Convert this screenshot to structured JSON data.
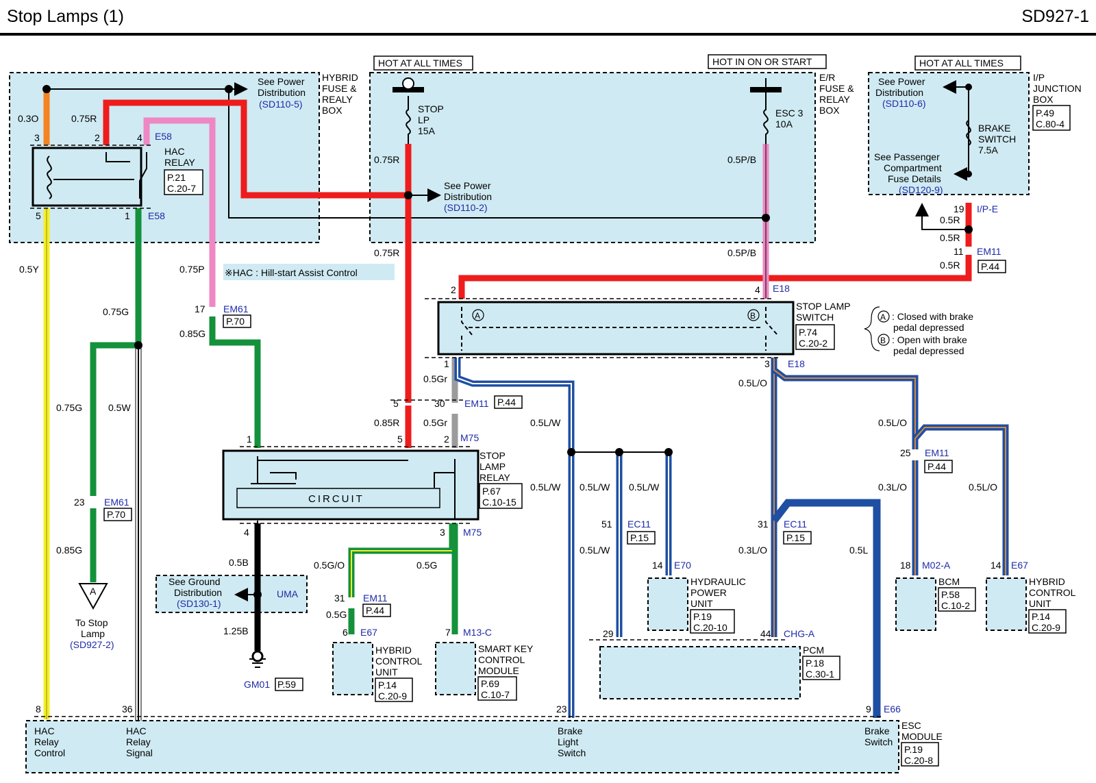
{
  "header": {
    "title": "Stop Lamps (1)",
    "code": "SD927-1"
  },
  "colors": {
    "box_fill": "#cfeaf2",
    "red": "#ee1c1c",
    "pink": "#ee88c4",
    "green": "#14913b",
    "yellow": "#f4ee2a",
    "blue": "#1f4fa3",
    "orange": "#f58220",
    "gray": "#9b9b9b",
    "ref_blue": "#1e2aa8"
  },
  "notes": {
    "hot_all_times_1": "HOT AT ALL TIMES",
    "hot_on_start": "HOT IN ON OR START",
    "hot_all_times_2": "HOT AT ALL TIMES",
    "hac_legend": "※HAC : Hill-start Assist Control"
  },
  "hybrid_box": {
    "l1": "HYBRID",
    "l2": "FUSE &",
    "l3": "REALY",
    "l4": "BOX",
    "see_l1": "See Power",
    "see_l2": "Distribution",
    "see_ref": "(SD110-5)"
  },
  "er_box": {
    "l1": "E/R",
    "l2": "FUSE &",
    "l3": "RELAY",
    "l4": "BOX",
    "see_l1": "See Power",
    "see_l2": "Distribution",
    "see_ref": "(SD110-2)",
    "fuse1_l1": "STOP",
    "fuse1_l2": "LP",
    "fuse1_l3": "15A",
    "fuse2_l1": "ESC 3",
    "fuse2_l2": "10A"
  },
  "ip_box": {
    "l1": "I/P",
    "l2": "JUNCTION",
    "l3": "BOX",
    "page": "P.49",
    "conn": "C.80-4",
    "see_l1": "See Power",
    "see_l2": "Distribution",
    "see_ref": "(SD110-6)",
    "fuse_l1": "BRAKE",
    "fuse_l2": "SWITCH",
    "fuse_l3": "7.5A",
    "pc_l1": "See Passenger",
    "pc_l2": "Compartment",
    "pc_l3": "Fuse Details",
    "pc_ref": "(SD120-9)"
  },
  "hac_relay": {
    "l1": "HAC",
    "l2": "RELAY",
    "page": "P.21",
    "conn": "C.20-7"
  },
  "stop_lamp_switch": {
    "l1": "STOP LAMP",
    "l2": "SWITCH",
    "page": "P.74",
    "conn": "C.20-2",
    "legend_a": ": Closed with brake",
    "legend_a2": "pedal depressed",
    "legend_b": ": Open with brake",
    "legend_b2": "pedal depressed",
    "a": "A",
    "b": "B"
  },
  "stop_lamp_relay": {
    "l1": "STOP",
    "l2": "LAMP",
    "l3": "RELAY",
    "page": "P.67",
    "conn": "C.10-15",
    "circuit": "CIRCUIT"
  },
  "ground": {
    "see_l1": "See Ground",
    "see_l2": "Distribution",
    "see_ref": "(SD130-1)",
    "uma": "UMA",
    "gm01": "GM01",
    "gm01_page": "P.59"
  },
  "to_stop_lamp": {
    "a": "A",
    "l1": "To Stop",
    "l2": "Lamp",
    "ref": "(SD927-2)"
  },
  "hcu_left": {
    "l1": "HYBRID",
    "l2": "CONTROL",
    "l3": "UNIT",
    "page": "P.14",
    "conn": "C.20-9"
  },
  "smart_key": {
    "l1": "SMART KEY",
    "l2": "CONTROL",
    "l3": "MODULE",
    "page": "P.69",
    "conn": "C.10-7"
  },
  "hydraulic": {
    "l1": "HYDRAULIC",
    "l2": "POWER",
    "l3": "UNIT",
    "page": "P.19",
    "conn": "C.20-10"
  },
  "pcm": {
    "l1": "PCM",
    "page": "P.18",
    "conn": "C.30-1"
  },
  "bcm": {
    "l1": "BCM",
    "page": "P.58",
    "conn": "C.10-2"
  },
  "hcu_right": {
    "l1": "HYBRID",
    "l2": "CONTROL",
    "l3": "UNIT",
    "page": "P.14",
    "conn": "C.20-9"
  },
  "esc": {
    "l1": "ESC",
    "l2": "MODULE",
    "page": "P.19",
    "conn": "C.20-8",
    "hac_ctrl_1": "HAC",
    "hac_ctrl_2": "Relay",
    "hac_ctrl_3": "Control",
    "hac_sig_1": "HAC",
    "hac_sig_2": "Relay",
    "hac_sig_3": "Signal",
    "bls_1": "Brake",
    "bls_2": "Light",
    "bls_3": "Switch",
    "bs_1": "Brake",
    "bs_2": "Switch"
  },
  "wire_labels": {
    "w03O": "0.3O",
    "w075R_a": "0.75R",
    "w075R_b": "0.75R",
    "w075R_c": "0.75R",
    "w085R": "0.85R",
    "w05PB_a": "0.5P/B",
    "w05PB_b": "0.5P/B",
    "w05R_a": "0.5R",
    "w05R_b": "0.5R",
    "w05R_c": "0.5R",
    "w05Y": "0.5Y",
    "w075G_a": "0.75G",
    "w075G_b": "0.75G",
    "w05W": "0.5W",
    "w085G_a": "0.85G",
    "w085G_b": "0.85G",
    "w075P": "0.75P",
    "w05Gr_a": "0.5Gr",
    "w05Gr_b": "0.5Gr",
    "w05LW_a": "0.5L/W",
    "w05LW_b": "0.5L/W",
    "w05LW_c": "0.5L/W",
    "w05LW_d": "0.5L/W",
    "w05LW_e": "0.5L/W",
    "w05LO_a": "0.5L/O",
    "w05LO_b": "0.5L/O",
    "w03LO_a": "0.3L/O",
    "w03LO_b": "0.3L/O",
    "w05LO_c": "0.5L/O",
    "w05L": "0.5L",
    "w05B": "0.5B",
    "w125B": "1.25B",
    "w05GO": "0.5G/O",
    "w05G_a": "0.5G",
    "w05G_b": "0.5G"
  },
  "connectors": {
    "e58_a": "E58",
    "e58_b": "E58",
    "em61_a": "EM61",
    "em61_b": "EM61",
    "p70_a": "P.70",
    "p70_b": "P.70",
    "e18_a": "E18",
    "e18_b": "E18",
    "ipe": "I/P-E",
    "em11_a": "EM11",
    "em11_b": "EM11",
    "em11_c": "EM11",
    "em11_d": "EM11",
    "p44_a": "P.44",
    "p44_b": "P.44",
    "p44_c": "P.44",
    "p44_d": "P.44",
    "m75_a": "M75",
    "m75_b": "M75",
    "ec11_a": "EC11",
    "ec11_b": "EC11",
    "p15_a": "P.15",
    "p15_b": "P.15",
    "e70": "E70",
    "chga": "CHG-A",
    "m02a": "M02-A",
    "e67_a": "E67",
    "e67_b": "E67",
    "m13c": "M13-C",
    "e66": "E66"
  },
  "pins": {
    "p3": "3",
    "p2": "2",
    "p4": "4",
    "p5": "5",
    "p1": "1",
    "p17": "17",
    "p23": "23",
    "p8": "8",
    "p36": "36",
    "sls2": "2",
    "sls4": "4",
    "sls1": "1",
    "sls3": "3",
    "em11_5": "5",
    "em11_30": "30",
    "r1": "1",
    "r5": "5",
    "r2": "2",
    "r4": "4",
    "r3": "3",
    "ip19": "19",
    "em11_11": "11",
    "em11_25": "25",
    "ec11_51": "51",
    "ec11_31": "31",
    "e70_14": "14",
    "pcm29": "29",
    "pcm44": "44",
    "m02_18": "18",
    "e67_14": "14",
    "em11_31": "31",
    "e67_6": "6",
    "m13_7": "7",
    "esc23": "23",
    "esc9": "9"
  }
}
